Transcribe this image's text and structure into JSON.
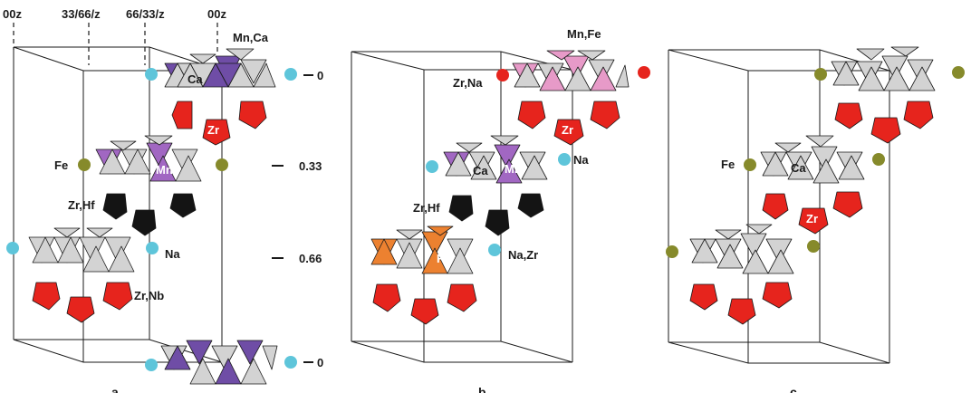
{
  "figure": {
    "panels": [
      {
        "id": "a",
        "caption": "a",
        "column_labels": [
          "00z",
          "33/66/z",
          "66/33/z",
          "00z"
        ],
        "level_labels": [
          "0",
          "0.33",
          "0.66",
          "0"
        ],
        "atom_labels": {
          "mn_ca": "Mn,Ca",
          "ca": "Ca",
          "zr": "Zr",
          "fe": "Fe",
          "mn": "Mn",
          "zr_hf": "Zr,Hf",
          "na": "Na",
          "zr_nb": "Zr,Nb"
        }
      },
      {
        "id": "b",
        "caption": "b",
        "atom_labels": {
          "mn_fe": "Mn,Fe",
          "zr_na": "Zr,Na",
          "zr": "Zr",
          "ca": "Ca",
          "mn": "Mn",
          "na": "Na",
          "zr_hf": "Zr,Hf",
          "fe": "Fe",
          "na_zr": "Na,Zr"
        }
      },
      {
        "id": "c",
        "caption": "c",
        "atom_labels": {
          "fe": "Fe",
          "ca": "Ca",
          "zr": "Zr"
        }
      }
    ],
    "colors": {
      "gray_polyhedra": "#d3d3d3",
      "purple_polyhedra": "#6f4da6",
      "violet_polyhedra": "#a167c2",
      "pink_polyhedra": "#e79ac8",
      "orange_polyhedra": "#ec8130",
      "red_octahedra": "#e6241d",
      "black_octahedra": "#141414",
      "cyan_sphere": "#5ec5da",
      "olive_sphere": "#868a2b",
      "red_sphere": "#e6241d"
    }
  }
}
